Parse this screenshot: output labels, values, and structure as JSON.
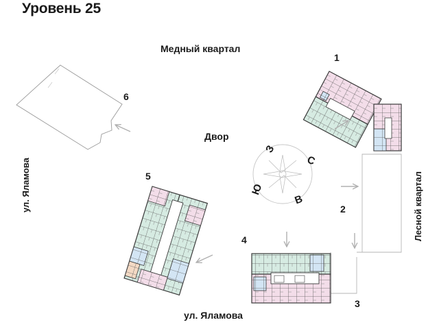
{
  "header": {
    "title": "Уровень 25"
  },
  "labels": {
    "north_street": "Медный квартал",
    "courtyard": "Двор",
    "west_street": "ул. Яламова",
    "south_street": "ул. Яламова",
    "east_street": "Лесной квартал"
  },
  "sections": {
    "s1": "1",
    "s2": "2",
    "s3": "3",
    "s4": "4",
    "s5": "5",
    "s6": "6"
  },
  "compass": {
    "north": "С",
    "east": "В",
    "south": "Ю",
    "west": "З"
  },
  "colors": {
    "apartment_green": "#d6ebe2",
    "apartment_pink": "#f3dde9",
    "apartment_blue": "#d3e5f4",
    "apartment_orange": "#f3d9c4",
    "walls": "#3a3a3a",
    "arrows": "#b0b0b0"
  }
}
